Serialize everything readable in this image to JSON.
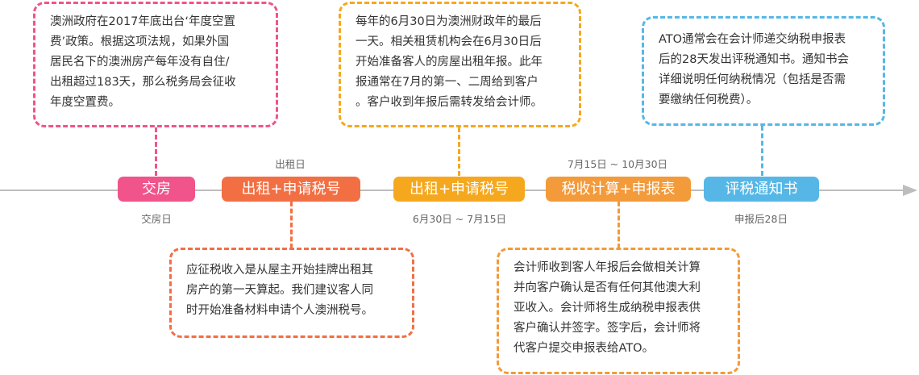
{
  "steps": [
    {
      "label": "交房",
      "color": "#f0548a",
      "note_below": "交房日"
    },
    {
      "label": "出租+申请税号",
      "color": "#f26f44",
      "note_above": "出租日"
    },
    {
      "label": "出租+申请税号",
      "color": "#f5a81e",
      "note_below": "6月30日 ~ 7月15日"
    },
    {
      "label": "税收计算+申报表",
      "color": "#f39a3a",
      "note_above": "7月15日 ~ 10月30日"
    },
    {
      "label": "评税通知书",
      "color": "#56b7e6",
      "note_below": "申报后28日"
    }
  ],
  "boxes": {
    "vacancy_fee": [
      "澳洲政府在2017年底出台‘年度空置",
      "费’政策。根据这项法规，如果外国",
      "居民名下的澳洲房产每年没有自住/",
      "出租超过183天，那么税务局会征收",
      "年度空置费。"
    ],
    "tax_number": [
      "应征税收入是从屋主开始挂牌出租其",
      "房产的第一天算起。我们建议客人同",
      "时开始准备材料申请个人澳洲税号。"
    ],
    "annual_report": [
      "每年的6月30日为澳洲财政年的最后",
      "一天。相关租赁机构会在6月30日后",
      "开始准备客人的房屋出租年报。此年",
      "报通常在7月的第一、二周给到客户",
      "。客户收到年报后需转发给会计师。"
    ],
    "tax_calc": [
      "会计师收到客人年报后会做相关计算",
      "并向客户确认是否有任何其他澳大利",
      "亚收入。会计师将生成纳税申报表供",
      "客户确认并签字。签字后，会计师将",
      "代客户提交申报表给ATO。"
    ],
    "assessment": [
      "ATO通常会在会计师递交纳税申报表",
      "后的28天发出评税通知书。通知书会",
      "详细说明任何纳税情况（包括是否需",
      "要缴纳任何税费）。"
    ]
  }
}
